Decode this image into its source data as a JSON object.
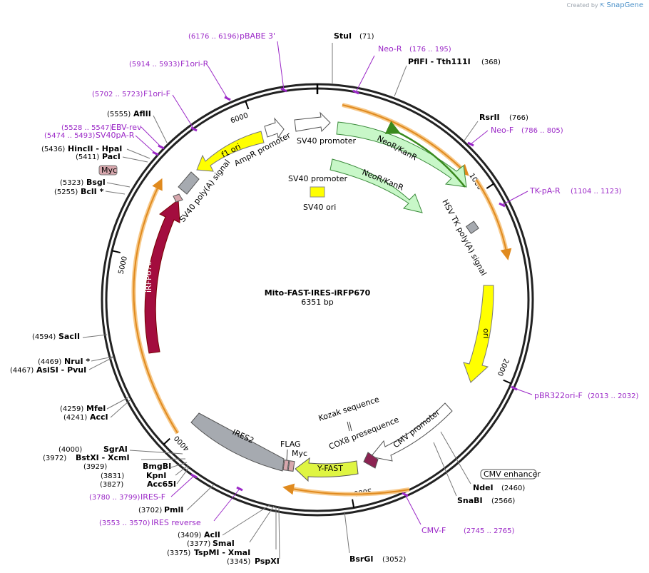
{
  "credit": {
    "prefix": "Created by",
    "brand": "SnapGene"
  },
  "plasmid": {
    "name": "Mito-FAST-IRES-iRFP670",
    "size_label": "6351 bp",
    "length": 6351
  },
  "ruler_ticks": [
    {
      "pos": 1000,
      "label": "1000"
    },
    {
      "pos": 2000,
      "label": "2000"
    },
    {
      "pos": 3000,
      "label": "3000"
    },
    {
      "pos": 4000,
      "label": "4000"
    },
    {
      "pos": 5000,
      "label": "5000"
    },
    {
      "pos": 6000,
      "label": "6000"
    }
  ],
  "sites": [
    {
      "name": "StuI",
      "pos": "(71)"
    },
    {
      "name": "PflFI  - Tth111I",
      "pos": "(368)"
    },
    {
      "name": "RsrII",
      "pos": "(766)"
    },
    {
      "name": "NdeI",
      "pos": "(2460)"
    },
    {
      "name": "SnaBI",
      "pos": "(2566)"
    },
    {
      "name": "BsrGI",
      "pos": "(3052)"
    },
    {
      "name": "PspXI",
      "pos": "(3345)"
    },
    {
      "name": "TspMI  - XmaI",
      "pos": "(3375)"
    },
    {
      "name": "SmaI",
      "pos": "(3377)"
    },
    {
      "name": "AclI",
      "pos": "(3409)"
    },
    {
      "name": "PmlI",
      "pos": "(3702)"
    },
    {
      "name": "Acc65I",
      "pos": "(3827)"
    },
    {
      "name": "KpnI",
      "pos": "(3831)"
    },
    {
      "name": "BmgBI",
      "pos": "(3929)"
    },
    {
      "name": "BstXI  - XcmI",
      "pos": "(3972)"
    },
    {
      "name": "SgrAI",
      "pos": "(4000)"
    },
    {
      "name": "AccI",
      "pos": "(4241)"
    },
    {
      "name": "MfeI",
      "pos": "(4259)"
    },
    {
      "name": "AsiSI  - PvuI",
      "pos": "(4467)"
    },
    {
      "name": "NruI *",
      "pos": "(4469)"
    },
    {
      "name": "SacII",
      "pos": "(4594)"
    },
    {
      "name": "BclI *",
      "pos": "(5255)"
    },
    {
      "name": "BsgI",
      "pos": "(5323)"
    },
    {
      "name": "PacI",
      "pos": "(5411)"
    },
    {
      "name": "HincII  - HpaI",
      "pos": "(5436)"
    },
    {
      "name": "AflII",
      "pos": "(5555)"
    }
  ],
  "primers": [
    {
      "name": "Neo-R",
      "range": "(176 .. 195)"
    },
    {
      "name": "Neo-F",
      "range": "(786 .. 805)"
    },
    {
      "name": "TK-pA-R",
      "range": "(1104 .. 1123)"
    },
    {
      "name": "pBR322ori-F",
      "range": "(2013 .. 2032)"
    },
    {
      "name": "CMV-F",
      "range": "(2745 .. 2765)"
    },
    {
      "name": "IRES reverse",
      "range": "(3553 .. 3570)"
    },
    {
      "name": "IRES-F",
      "range": "(3780 .. 3799)"
    },
    {
      "name": "SV40pA-R",
      "range": "(5474 .. 5493)"
    },
    {
      "name": "EBV-rev",
      "range": "(5528 .. 5547)"
    },
    {
      "name": "F1ori-F",
      "range": "(5702 .. 5723)"
    },
    {
      "name": "F1ori-R",
      "range": "(5914 .. 5933)"
    },
    {
      "name": "pBABE 3'",
      "range": "(6176 .. 6196)"
    }
  ],
  "features": {
    "sv40_promoter_outer": "SV40 promoter",
    "neokanr_outer": "NeoR/KanR",
    "sv40_promoter_inner": "SV40 promoter",
    "neokanr_inner": "NeoR/KanR",
    "sv40_ori": "SV40 ori",
    "hsv_tk": "HSV TK poly(A) signal",
    "ori": "ori",
    "cmv_promoter": "CMV promoter",
    "cmv_enhancer": "CMV enhancer",
    "kozak": "Kozak sequence",
    "cox8": "COX8 presequence",
    "yfast": "Y-FAST",
    "flag": "FLAG",
    "myc_lower": "Myc",
    "ires2": "IRES2",
    "irfp670": "iRFP670",
    "myc_upper": "Myc",
    "sv40_polya": "SV40 poly(A) signal",
    "ampr_promoter": "AmpR promoter",
    "f1ori": "f1 ori"
  },
  "colors": {
    "primer": "#9b28c7",
    "orf": "#f0a020",
    "neokanr": "#c8f7c8",
    "yellow": "#ffff00",
    "irfp670": "#a30d3e",
    "ires2": "#a6aab0",
    "cox8": "#8b2352",
    "myc": "#d7a7ad",
    "yfast": "#dff542"
  }
}
